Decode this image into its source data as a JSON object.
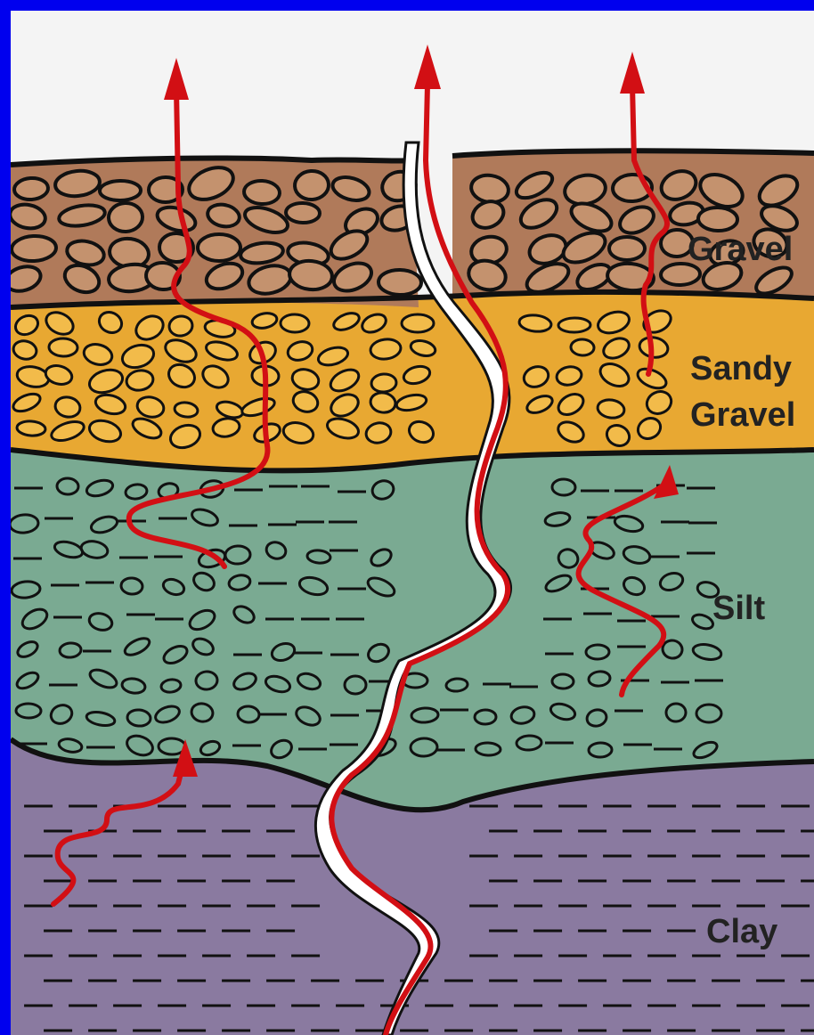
{
  "diagram": {
    "layers": [
      {
        "id": "gravel",
        "label": "Gravel",
        "color": "#b07a5a"
      },
      {
        "id": "sandy-gravel",
        "label_lines": [
          "Sandy",
          "Gravel"
        ],
        "color": "#e8a832"
      },
      {
        "id": "silt",
        "label": "Silt",
        "color": "#7aaa92"
      },
      {
        "id": "clay",
        "label": "Clay",
        "color": "#8a7aa0"
      }
    ],
    "colors": {
      "border": "#0000ee",
      "sky": "#f4f4f4",
      "arrow": "#d20f14",
      "crack": "#ffffff",
      "outline": "#111111"
    }
  }
}
